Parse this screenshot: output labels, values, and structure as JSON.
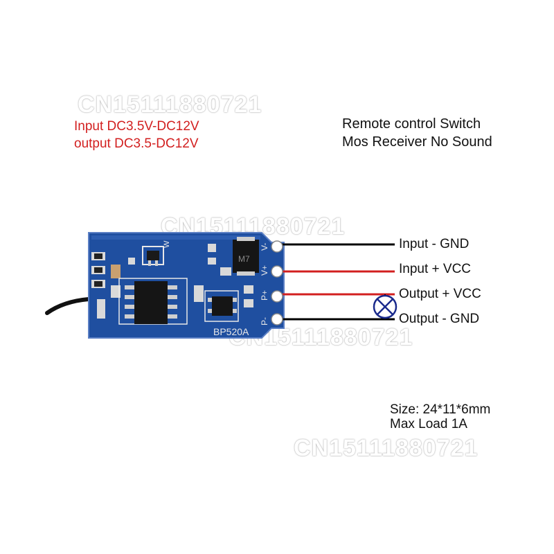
{
  "watermark": "CN15111880721",
  "specs": {
    "input": "Input DC3.5V-DC12V",
    "output": "output DC3.5-DC12V"
  },
  "title": {
    "line1": "Remote control Switch",
    "line2": "Mos Receiver No Sound"
  },
  "board": {
    "pins": [
      "V-",
      "V+",
      "P+",
      "P-"
    ],
    "chip_label": "BP520A",
    "mosfet_marking": "M7",
    "silk_w": "W"
  },
  "wires": [
    {
      "label": "Input  -  GND",
      "color": "#000000"
    },
    {
      "label": "Input  +  VCC",
      "color": "#d21f1f"
    },
    {
      "label": "Output  + VCC",
      "color": "#d21f1f"
    },
    {
      "label": "Output  -  GND",
      "color": "#000000"
    }
  ],
  "load_icon": "lamp-icon",
  "colors": {
    "pcb": "#1f4fa0",
    "spec_text": "#d21f1f",
    "lamp": "#1a2a8c"
  },
  "info": {
    "size": "Size: 24*11*6mm",
    "load": "Max Load 1A"
  }
}
